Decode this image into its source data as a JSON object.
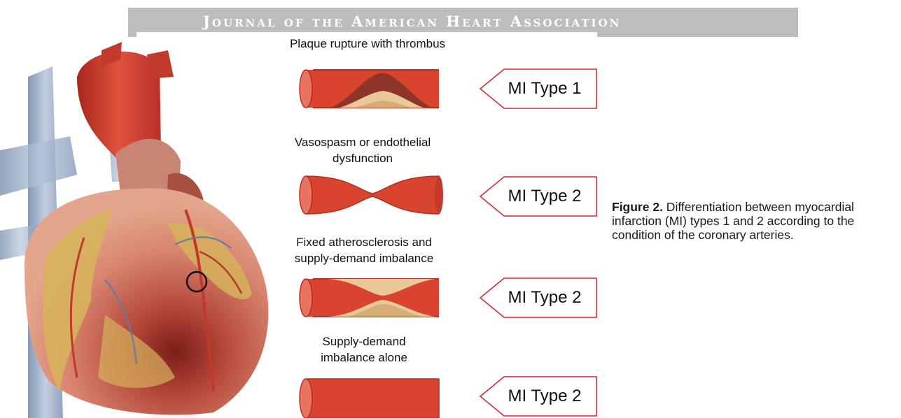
{
  "header": {
    "journal_title": "Journal of the American Heart Association"
  },
  "figure": {
    "conditions": [
      {
        "label": "Plaque rupture with thrombus",
        "mi_type": "MI Type 1"
      },
      {
        "label": "Vasospasm or endothelial dysfunction",
        "mi_type": "MI Type 2"
      },
      {
        "label": "Fixed atherosclerosis and supply-demand imbalance",
        "mi_type": "MI Type 2"
      },
      {
        "label": "Supply-demand imbalance alone",
        "mi_type": "MI Type 2"
      }
    ],
    "caption_label": "Figure 2.",
    "caption_text": " Differentiation between myocardial infarction (MI) types 1 and 2 according to the condition of the coronary arteries."
  },
  "colors": {
    "banner": "#bdbdbd",
    "tag_border": "#d8242c",
    "vessel": "#d9442f"
  }
}
